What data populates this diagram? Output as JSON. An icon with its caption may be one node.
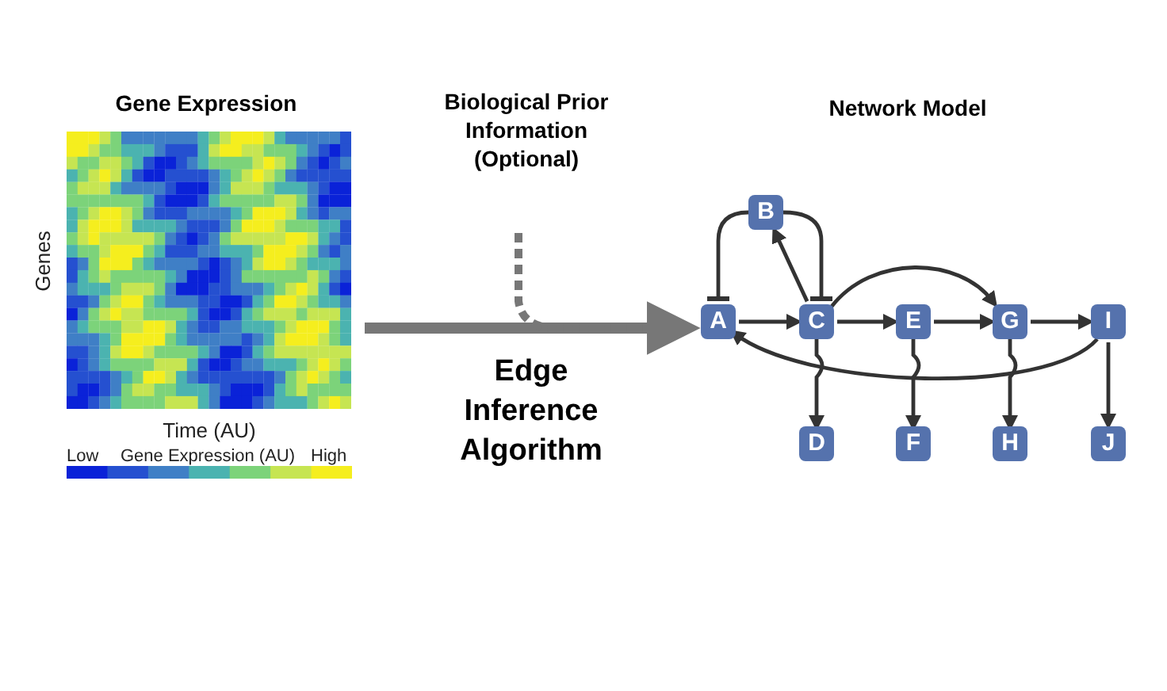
{
  "diagram": {
    "nodes": [
      {
        "text": [
          "Gene Expression"
        ]
      },
      {
        "text": [
          "Biological Prior Information (Optional)"
        ]
      },
      {
        "text": [
          "Network Model"
        ]
      },
      {
        "text": [
          "B"
        ],
        "in": 2
      },
      {
        "text": [
          "A"
        ],
        "in": 2
      },
      {
        "text": [
          "C"
        ],
        "in": 2
      },
      {
        "text": [
          "E"
        ],
        "in": 2
      },
      {
        "text": [
          "G"
        ],
        "in": 2
      },
      {
        "text": [
          "I"
        ],
        "in": 2
      },
      {
        "text": [
          "D"
        ],
        "in": 2
      },
      {
        "text": [
          "F"
        ],
        "in": 2
      },
      {
        "text": [
          "H"
        ],
        "in": 2
      },
      {
        "text": [
          "J"
        ],
        "in": 2
      }
    ],
    "edges": [
      {
        "from": 0,
        "to": 2,
        "arrow": "to",
        "label": "Edge Inference Algorithm",
        "style": "thick",
        "color": "#777777"
      },
      {
        "from": 1,
        "to": 2,
        "arrow": "to",
        "style": "dashed",
        "color": "#777777"
      },
      {
        "from": 3,
        "to": 4,
        "arrow": "other"
      },
      {
        "from": 5,
        "to": 3,
        "arrow": "to"
      },
      {
        "from": 3,
        "to": 5,
        "arrow": "other"
      },
      {
        "from": 4,
        "to": 5,
        "arrow": "to"
      },
      {
        "from": 5,
        "to": 6,
        "arrow": "to"
      },
      {
        "from": 6,
        "to": 7,
        "arrow": "to"
      },
      {
        "from": 7,
        "to": 8,
        "arrow": "to"
      },
      {
        "from": 5,
        "to": 7,
        "arrow": "to"
      },
      {
        "from": 8,
        "to": 4,
        "arrow": "to"
      },
      {
        "from": 5,
        "to": 9,
        "arrow": "to"
      },
      {
        "from": 6,
        "to": 10,
        "arrow": "to"
      },
      {
        "from": 7,
        "to": 11,
        "arrow": "to"
      },
      {
        "from": 8,
        "to": 12,
        "arrow": "to"
      }
    ],
    "labels": [
      "Genes",
      "Time (AU)",
      "Low",
      "Gene Expression (AU)",
      "High"
    ]
  }
}
